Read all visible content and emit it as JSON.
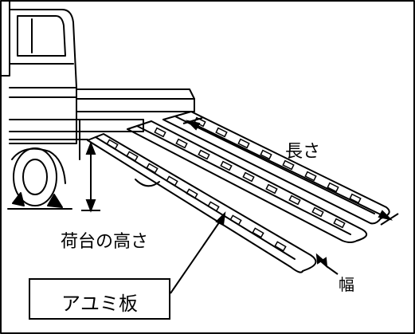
{
  "labels": {
    "length": "長さ",
    "bed_height": "荷台の高さ",
    "width": "幅",
    "ramp": "アユミ板"
  },
  "colors": {
    "line": "#000000",
    "background": "#ffffff"
  }
}
